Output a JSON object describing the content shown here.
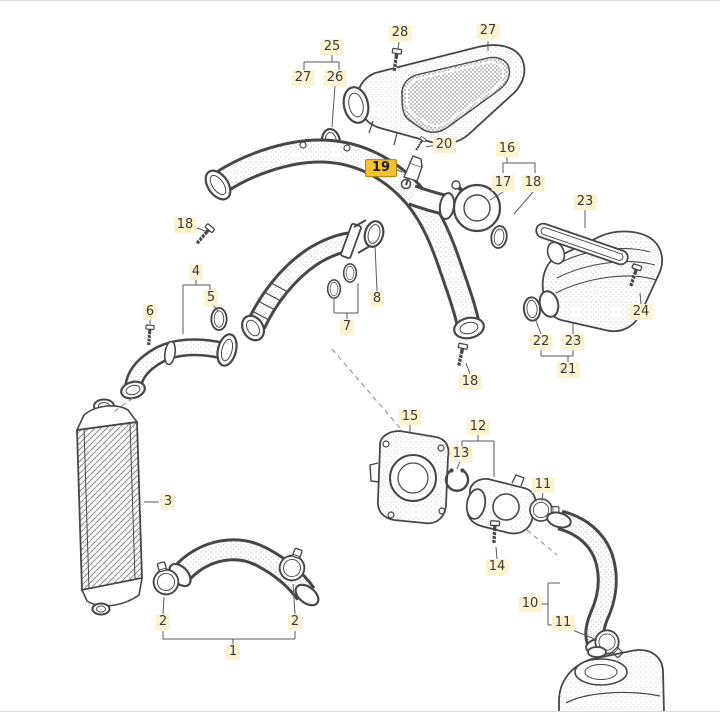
{
  "figure": {
    "type": "exploded-parts-diagram",
    "highlight_color": "#F2C136",
    "callout_bg": "#FCF3D2"
  },
  "callouts": {
    "c1": {
      "label": "1"
    },
    "c2a": {
      "label": "2"
    },
    "c2b": {
      "label": "2"
    },
    "c3": {
      "label": "3"
    },
    "c4": {
      "label": "4"
    },
    "c5": {
      "label": "5"
    },
    "c6": {
      "label": "6"
    },
    "c7": {
      "label": "7"
    },
    "c8": {
      "label": "8"
    },
    "c10": {
      "label": "10"
    },
    "c11a": {
      "label": "11"
    },
    "c11b": {
      "label": "11"
    },
    "c12": {
      "label": "12"
    },
    "c13": {
      "label": "13"
    },
    "c14": {
      "label": "14"
    },
    "c15": {
      "label": "15"
    },
    "c16": {
      "label": "16"
    },
    "c17": {
      "label": "17"
    },
    "c18a": {
      "label": "18"
    },
    "c18b": {
      "label": "18"
    },
    "c18c": {
      "label": "18"
    },
    "c19": {
      "label": "19",
      "highlighted": true
    },
    "c20": {
      "label": "20"
    },
    "c21": {
      "label": "21"
    },
    "c22": {
      "label": "22"
    },
    "c23a": {
      "label": "23"
    },
    "c23b": {
      "label": "23"
    },
    "c24": {
      "label": "24"
    },
    "c25": {
      "label": "25"
    },
    "c26": {
      "label": "26"
    },
    "c27a": {
      "label": "27"
    },
    "c27b": {
      "label": "27"
    },
    "c28": {
      "label": "28"
    }
  }
}
